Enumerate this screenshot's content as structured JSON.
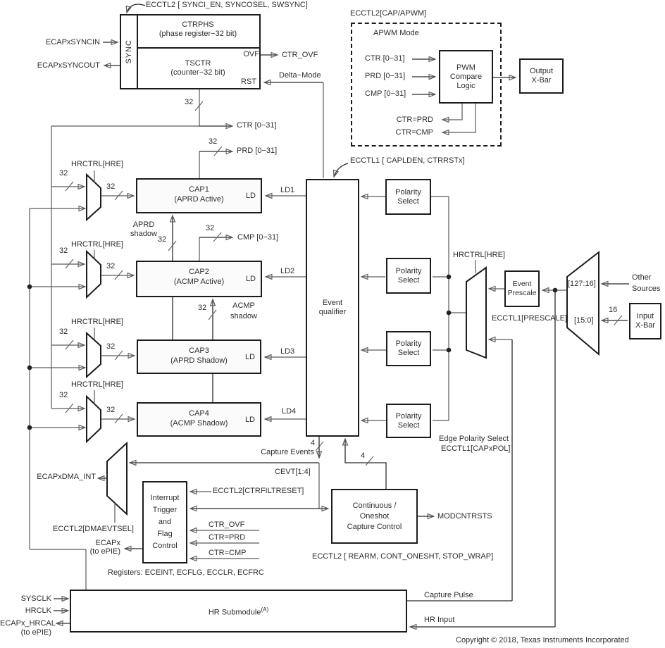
{
  "shared": {
    "b32": "32",
    "b16": "16",
    "b4": "4",
    "hrctrl": "HRCTRL[HRE]",
    "polarity": "Polarity",
    "select": "Select",
    "ld": "LD"
  },
  "sync": {
    "reg_label": "ECCTL2 [ SYNCI_EN, SYNCOSEL, SWSYNC]",
    "sync": "SYNC",
    "ctrphs": "CTRPHS",
    "ctrphs_sub": "(phase register−32 bit)",
    "tsctr": "TSCTR",
    "tsctr_sub": "(counter−32 bit)",
    "ovf": "OVF",
    "rst": "RST",
    "ctr_ovf": "CTR_OVF",
    "delta_mode": "Delta−Mode",
    "syncin": "ECAPxSYNCIN",
    "syncout": "ECAPxSYNCOUT"
  },
  "buses": {
    "ctr": "CTR [0−31]",
    "prd": "PRD [0−31]",
    "cmp": "CMP [0−31]"
  },
  "apwm": {
    "reg_label": "ECCTL2[CAP/APWM]",
    "mode": "APWM  Mode",
    "ctr": "CTR [0−31]",
    "prd": "PRD [0−31]",
    "cmp": "CMP [0−31]",
    "pwm1": "PWM",
    "pwm2": "Compare",
    "pwm3": "Logic",
    "ctr_eq_prd": "CTR=PRD",
    "ctr_eq_cmp": "CTR=CMP",
    "out1": "Output",
    "out2": "X-Bar"
  },
  "caps": {
    "ecctl1": "ECCTL1 [ CAPLDEN, CTRRSTx]",
    "eq1": "Event",
    "eq2": "qualifier",
    "cap1": "CAP1",
    "cap1_sub": "(APRD Active)",
    "ld1": "LD1",
    "cap2": "CAP2",
    "cap2_sub": "(ACMP Active)",
    "ld2": "LD2",
    "cap3": "CAP3",
    "cap3_sub": "(APRD Shadow)",
    "ld3": "LD3",
    "cap4": "CAP4",
    "cap4_sub": "(ACMP Shadow)",
    "ld4": "LD4",
    "aprd1": "APRD",
    "aprd2": "shadow",
    "acmp1": "ACMP",
    "acmp2": "shadow"
  },
  "prescale": {
    "ep1": "Event",
    "ep2": "Prescale",
    "reg": "ECCTL1[PRESCALE]",
    "hi": "[127:16]",
    "lo": "[15:0]",
    "other1": "Other",
    "other2": "Sources",
    "xbar1": "Input",
    "xbar2": "X-Bar",
    "edge1": "Edge Polarity Select",
    "edge2": "ECCTL1[CAPxPOL]"
  },
  "events": {
    "capture_events": "Capture Events",
    "cevt": "CEVT[1:4]",
    "dma": "ECAPxDMA_INT",
    "dmaevtsel": "ECCTL2[DMAEVTSEL]"
  },
  "interrupt": {
    "l1": "Interrupt",
    "l2": "Trigger",
    "l3": "and",
    "l4": "Flag",
    "l5": "Control",
    "ctrfiltreset": "ECCTL2[CTRFILTRESET]",
    "ctr_ovf": "CTR_OVF",
    "ctr_prd": "CTR=PRD",
    "ctr_cmp": "CTR=CMP",
    "ecapx": "ECAPx",
    "to_epie": "(to ePIE)",
    "registers": "Registers:  ECEINT, ECFLG, ECCLR, ECFRC"
  },
  "oneshot": {
    "l1": "Continuous /",
    "l2": "Oneshot",
    "l3": "Capture Control",
    "modcntrsts": "MODCNTRSTS",
    "reg": "ECCTL2 [ REARM, CONT_ONESHT, STOP_WRAP]"
  },
  "hr": {
    "name": "HR Submodule",
    "sup": "(A)",
    "sysclk": "SYSCLK",
    "hrclk": "HRCLK",
    "hrcal": "ECAPx_HRCAL",
    "to_epie": "(to ePIE)",
    "capture_pulse": "Capture Pulse",
    "hr_input": "HR Input"
  },
  "footer": {
    "copyright": "Copyright © 2018, Texas Instruments Incorporated"
  }
}
